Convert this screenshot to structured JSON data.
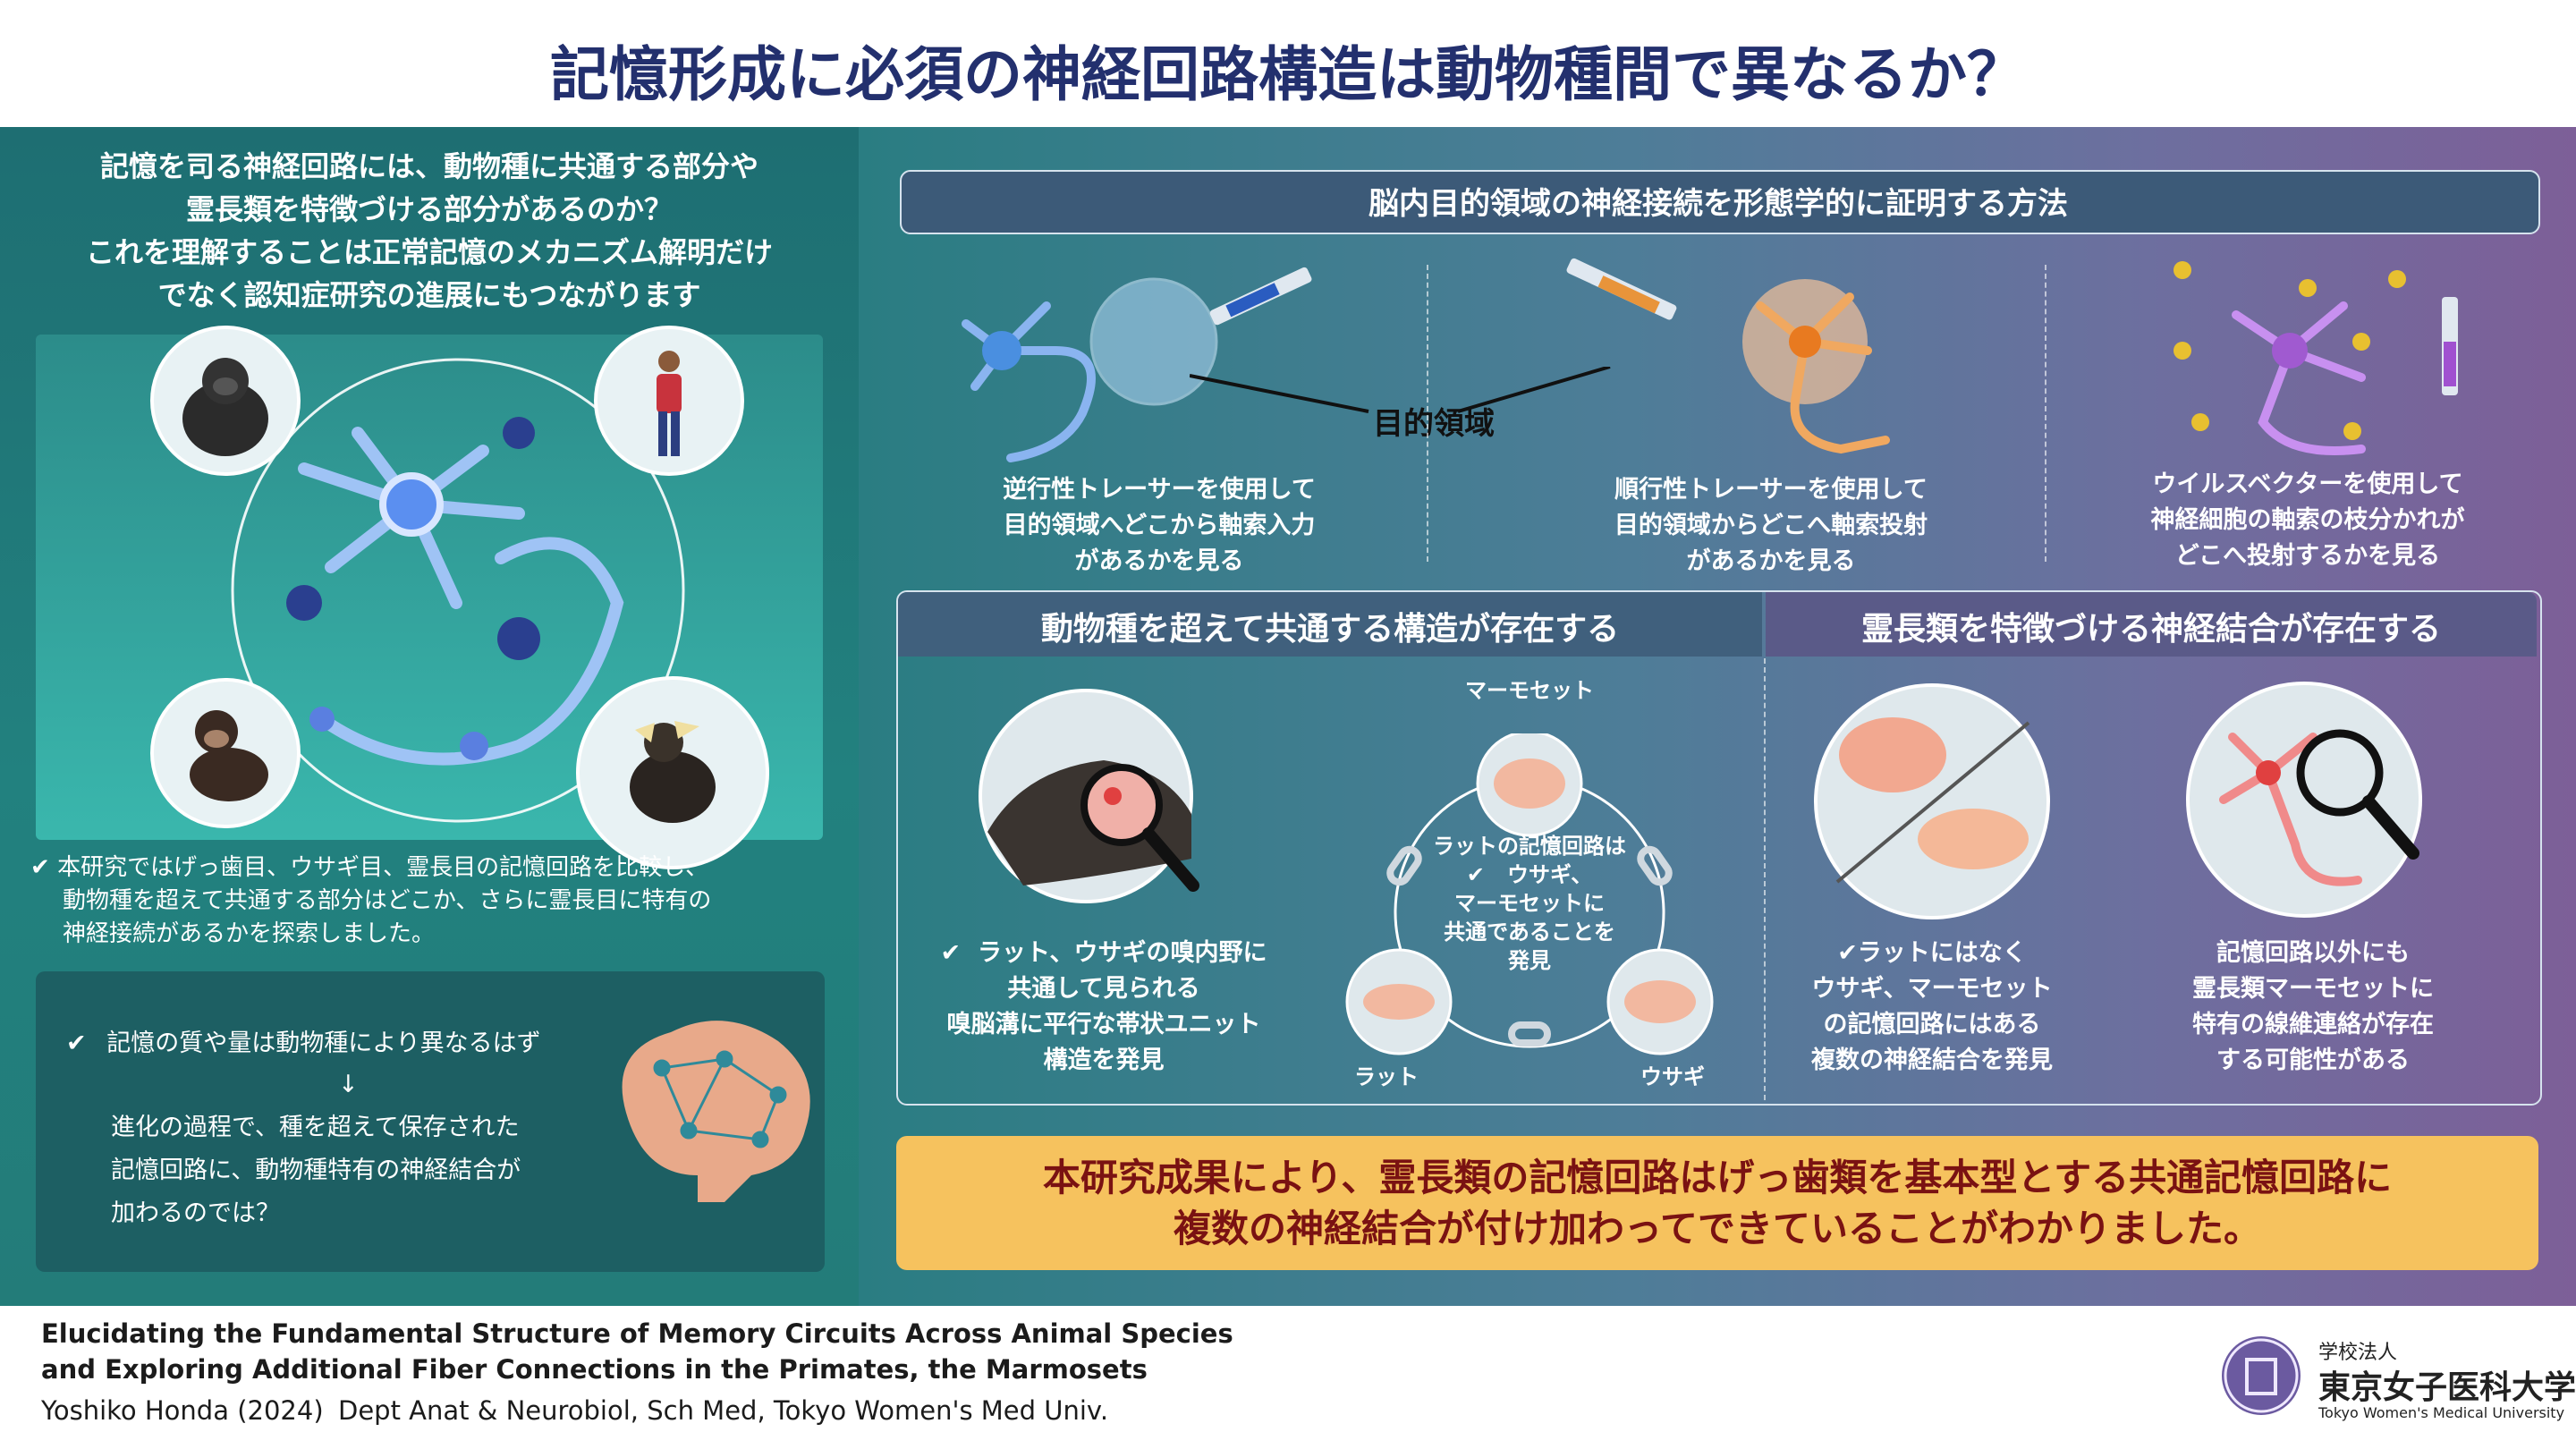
{
  "title": "記憶形成に必須の神経回路構造は動物種間で異なるか？",
  "intro": {
    "lines": [
      "記憶を司る神経回路には、動物種に共通する部分や",
      "霊長類を特徴づける部分があるのか？",
      "これを理解することは正常記憶のメカニズム解明だけ",
      "でなく認知症研究の進展にもつながります"
    ]
  },
  "species_icons": [
    "gorilla-icon",
    "human-icon",
    "chimpanzee-icon",
    "marmoset-icon"
  ],
  "study_note": {
    "check": "✔",
    "lines": [
      "本研究ではげっ歯目、ウサギ目、霊長目の記憶回路を比較し、",
      "動物種を超えて共通する部分はどこか、さらに霊長目に特有の",
      "神経接続があるかを探索しました。"
    ]
  },
  "hypothesis": {
    "check": "✔",
    "line1": "記憶の質や量は動物種により異なるはず",
    "arrow": "↓",
    "line2": "進化の過程で、種を超えて保存された",
    "line3": "記憶回路に、動物種特有の神経結合が",
    "line4": "加わるのでは？"
  },
  "methods": {
    "title": "脳内目的領域の神経接続を形態学的に証明する方法",
    "target_label": "目的領域",
    "items": [
      {
        "lines": [
          "逆行性トレーサーを使用して",
          "目的領域へどこから軸索入力",
          "があるかを見る"
        ]
      },
      {
        "lines": [
          "順行性トレーサーを使用して",
          "目的領域からどこへ軸索投射",
          "があるかを見る"
        ]
      },
      {
        "lines": [
          "ウイルスベクターを使用して",
          "神経細胞の軸索の枝分かれが",
          "どこへ投射するかを見る"
        ]
      }
    ]
  },
  "common": {
    "heading": "動物種を超えて共通する構造が存在する",
    "check": "✔",
    "finding_lines": [
      "ラット、ウサギの嗅内野に",
      "共通して見られる",
      "嗅脳溝に平行な帯状ユニット",
      "構造を発見"
    ],
    "labels": {
      "marmoset": "マーモセット",
      "rat": "ラット",
      "rabbit": "ウサギ"
    },
    "center_check": "✔",
    "center_lines": [
      "ラットの記憶回路は",
      "ウサギ、",
      "マーモセットに",
      "共通であることを",
      "発見"
    ]
  },
  "primate": {
    "heading": "霊長類を特徴づける神経結合が存在する",
    "finding1_lines": [
      "✔ラットにはなく",
      "ウサギ、マーモセット",
      "の記憶回路にはある",
      "複数の神経結合を発見"
    ],
    "finding2_lines": [
      "記憶回路以外にも",
      "霊長類マーモセットに",
      "特有の線維連絡が存在",
      "する可能性がある"
    ]
  },
  "conclusion": {
    "line1": "本研究成果により、霊長類の記憶回路はげっ歯類を基本型とする共通記憶回路に",
    "line2": "複数の神経結合が付け加わってできていることがわかりました。"
  },
  "footer": {
    "english_title_1": "Elucidating the Fundamental Structure of Memory Circuits Across Animal Species",
    "english_title_2": "and Exploring Additional Fiber Connections in the Primates, the Marmosets",
    "author": "Yoshiko Honda (2024)",
    "dept": "Dept Anat & Neurobiol, Sch Med, Tokyo Women's Med Univ.",
    "logo_sub": "学校法人",
    "logo_main": "東京女子医科大学",
    "logo_en": "Tokyo Women's Medical University"
  },
  "colors": {
    "title": "#23306e",
    "left_panel": "#22817f",
    "conclusion_bg": "#f6c25e",
    "conclusion_text": "#7a1212",
    "neuron_blue": "#4a8fe0",
    "neuron_orange": "#e8943a",
    "neuron_purple": "#a05ad0"
  }
}
